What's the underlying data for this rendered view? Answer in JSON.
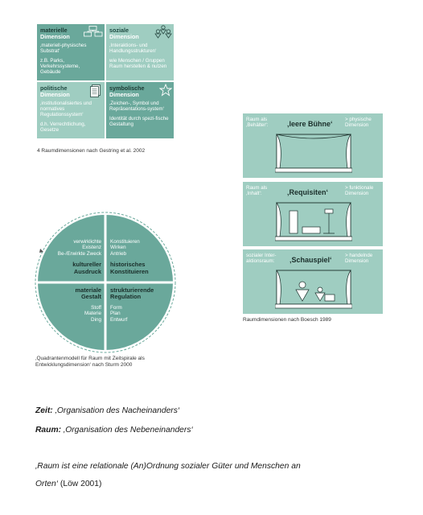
{
  "grid": {
    "cells": [
      {
        "title1": "materielle",
        "title2": "Dimension",
        "desc": "‚materiell-physisches Substrat‘",
        "example": "z.B. Parks, Verkehrssysteme, Gebäude"
      },
      {
        "title1": "soziale",
        "title2": "Dimension",
        "desc": "‚Interaktions- und Handlungsstrukturen‘",
        "example": "wie Menschen / Gruppen Raum herstellen & nutzen"
      },
      {
        "title1": "politische",
        "title2": "Dimension",
        "desc": "‚institutionalisiertes und normatives Regulationssystem‘",
        "example": "d.h. Verrechtlichung, Gesetze"
      },
      {
        "title1": "symbolische",
        "title2": "Dimension",
        "desc": "‚Zeichen-, Symbol und Repräsentations-system‘",
        "example": "Identität durch spezi-fische Gestaltung"
      }
    ],
    "caption": "4 Raumdimensionen nach Gestring et al. 2002"
  },
  "circle": {
    "tl": {
      "small1": "verwirklichte",
      "small2": "Existenz",
      "small3": "Be-/Erwirkte Zweck",
      "bold1": "kultureller",
      "bold2": "Ausdruck"
    },
    "tr": {
      "small1": "Konstituieren",
      "small2": "Wirken",
      "small3": "Antrieb",
      "bold1": "historisches",
      "bold2": "Konstituieren"
    },
    "bl": {
      "bold1": "materiale",
      "bold2": "Gestalt",
      "small1": "Stoff",
      "small2": "Materie",
      "small3": "Ding"
    },
    "br": {
      "bold1": "strukturierende",
      "bold2": "Regulation",
      "small1": "Form",
      "small2": "Plan",
      "small3": "Entwurf"
    },
    "caption1": "‚Quadrantenmodell für Raum mit Zeitspirale als",
    "caption2": "Entwicklungsdimension‘ nach Sturm 2000"
  },
  "theatre": {
    "boxes": [
      {
        "left1": "Raum als",
        "left2": "‚Behälter‘:",
        "main": "‚leere Bühne‘",
        "right1": "> physische",
        "right2": "Dimension"
      },
      {
        "left1": "Raum als",
        "left2": "‚Inhalt‘:",
        "main": "‚Requisiten‘",
        "right1": "> funktionale",
        "right2": "Dimension"
      },
      {
        "left1": "sozialer Inter-",
        "left2": "aktionsraum:",
        "main": "‚Schauspiel‘",
        "right1": "> handelnde",
        "right2": "Dimension"
      }
    ],
    "caption": "Raumdimensionen nach Boesch  1989"
  },
  "quotes": {
    "zeit_label": "Zeit:",
    "zeit_text": "‚Organisation des Nacheinanders‘",
    "raum_label": "Raum:",
    "raum_text": "‚Organisation des Nebeneinanders‘",
    "loew_line1": "‚Raum ist eine relationale (An)Ordnung sozialer Güter und Menschen an",
    "loew_line2": "Orten‘",
    "loew_cite": "(Löw 2001)"
  }
}
